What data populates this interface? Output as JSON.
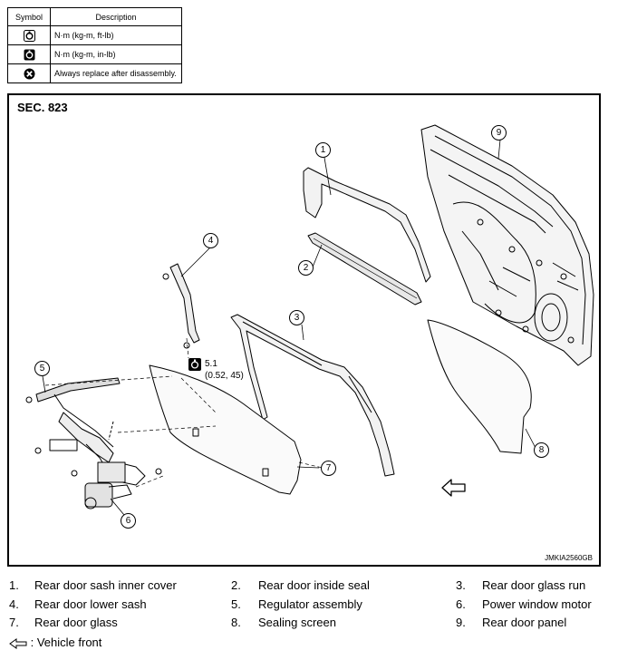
{
  "legend": {
    "header": {
      "symbol": "Symbol",
      "description": "Description"
    },
    "rows": [
      {
        "icon": "torque-wrench-nm-icon",
        "text": "N·m (kg-m, ft-lb)"
      },
      {
        "icon": "torque-wrench-inlb-icon",
        "text": "N·m (kg-m, in-lb)"
      },
      {
        "icon": "replace-x-icon",
        "text": "Always replace after disassembly."
      }
    ]
  },
  "figure": {
    "section": "SEC. 823",
    "figure_id": "JMKIA2560GB",
    "torque": {
      "value": "5.1",
      "detail": "(0.52, 45)"
    },
    "callouts": [
      "1",
      "2",
      "3",
      "4",
      "5",
      "6",
      "7",
      "8",
      "9"
    ]
  },
  "parts": [
    {
      "num": "1.",
      "label": "Rear door sash inner cover"
    },
    {
      "num": "2.",
      "label": "Rear door inside seal"
    },
    {
      "num": "3.",
      "label": "Rear door glass run"
    },
    {
      "num": "4.",
      "label": "Rear door lower sash"
    },
    {
      "num": "5.",
      "label": "Regulator assembly"
    },
    {
      "num": "6.",
      "label": "Power window motor"
    },
    {
      "num": "7.",
      "label": "Rear door glass"
    },
    {
      "num": "8.",
      "label": "Sealing screen"
    },
    {
      "num": "9.",
      "label": "Rear door panel"
    }
  ],
  "front_note": ": Vehicle front"
}
